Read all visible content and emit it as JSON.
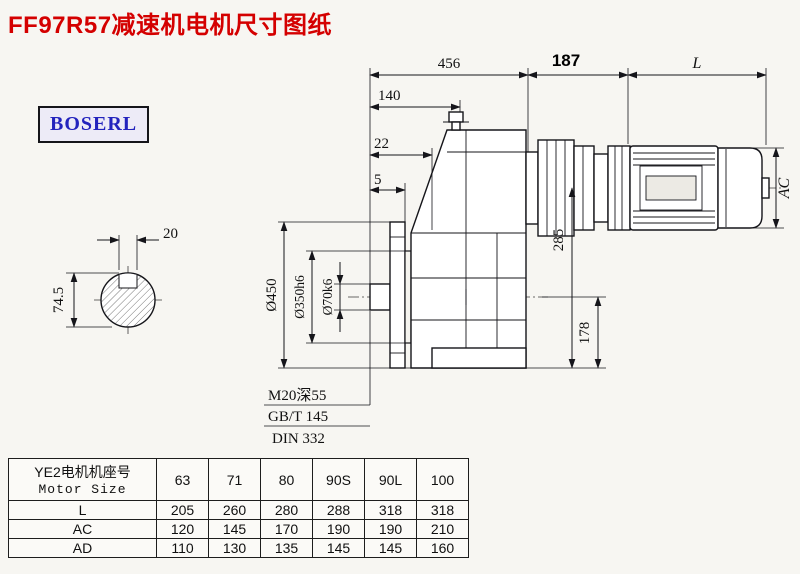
{
  "page": {
    "title": "FF97R57减速机电机尺寸图纸",
    "brand": "BOSERL"
  },
  "drawing": {
    "dims": {
      "d456": "456",
      "d187": "187",
      "dL": "L",
      "d140": "140",
      "d22": "22",
      "d5": "5",
      "dAC": "AC",
      "d285": "285",
      "d178": "178",
      "dia450": "Ø450",
      "dia350": "Ø350h6",
      "dia70": "Ø70k6",
      "key20": "20",
      "key745": "74.5",
      "thread": "M20深55",
      "std_gb": "GB/T 145",
      "std_din": "DIN 332"
    }
  },
  "table": {
    "col0_line1": "YE2电机机座号",
    "col0_line2": "Motor Size",
    "sizes": [
      "63",
      "71",
      "80",
      "90S",
      "90L",
      "100"
    ],
    "rows": [
      {
        "label": "L",
        "values": [
          "205",
          "260",
          "280",
          "288",
          "318",
          "318"
        ]
      },
      {
        "label": "AC",
        "values": [
          "120",
          "145",
          "170",
          "190",
          "190",
          "210"
        ]
      },
      {
        "label": "AD",
        "values": [
          "110",
          "130",
          "135",
          "145",
          "145",
          "160"
        ]
      }
    ]
  }
}
